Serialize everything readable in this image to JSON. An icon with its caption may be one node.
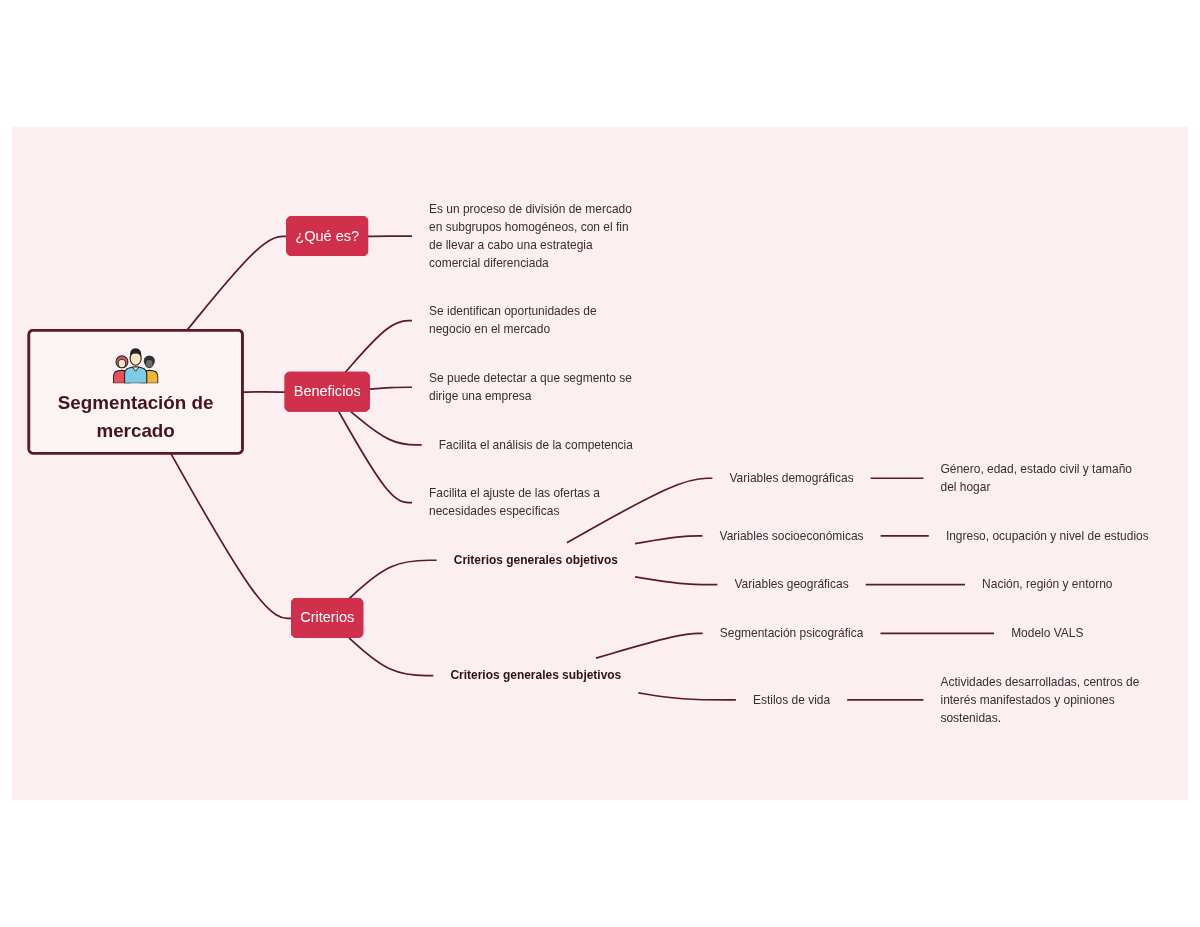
{
  "diagram": {
    "nodes": [
      {
        "text": [
          "Segmentación de mercado"
        ]
      },
      {
        "text": [
          "¿Qué es?"
        ]
      },
      {
        "text": [
          "Es un proceso de división de mercado en subgrupos homogéneos, con el fin de llevar a cabo una estrategia comercial diferenciada"
        ]
      },
      {
        "text": [
          "Beneficios"
        ]
      },
      {
        "text": [
          "Se identifican oportunidades de negocio en el mercado"
        ]
      },
      {
        "text": [
          "Se puede detectar a que segmento se dirige una empresa"
        ]
      },
      {
        "text": [
          "Facilita el análisis de la competencia"
        ]
      },
      {
        "text": [
          "Facilita el ajuste de las ofertas a necesidades específicas"
        ]
      },
      {
        "text": [
          "Criterios"
        ]
      },
      {
        "text": [
          "Criterios generales objetivos"
        ]
      },
      {
        "text": [
          "Variables demográficas"
        ]
      },
      {
        "text": [
          "Género, edad, estado civil y tamaño del hogar"
        ]
      },
      {
        "text": [
          "Variables socioeconómicas"
        ]
      },
      {
        "text": [
          "Ingreso, ocupación y nivel de estudios"
        ]
      },
      {
        "text": [
          "Variables geográficas"
        ]
      },
      {
        "text": [
          "Nación, región y entorno"
        ]
      },
      {
        "text": [
          "Criterios generales subjetivos"
        ]
      },
      {
        "text": [
          "Segmentación psicográfica"
        ]
      },
      {
        "text": [
          "Modelo VALS"
        ]
      },
      {
        "text": [
          "Estilos de vida"
        ]
      },
      {
        "text": [
          "Actividades desarrolladas, centros de interés manifestados y opiniones sostenidas."
        ]
      }
    ],
    "edges": [
      {
        "from": 0,
        "to": 1,
        "arrow": "none"
      },
      {
        "from": 0,
        "to": 3,
        "arrow": "none"
      },
      {
        "from": 0,
        "to": 8,
        "arrow": "none"
      },
      {
        "from": 1,
        "to": 2,
        "arrow": "none"
      },
      {
        "from": 3,
        "to": 4,
        "arrow": "none"
      },
      {
        "from": 3,
        "to": 5,
        "arrow": "none"
      },
      {
        "from": 3,
        "to": 6,
        "arrow": "none"
      },
      {
        "from": 3,
        "to": 7,
        "arrow": "none"
      },
      {
        "from": 8,
        "to": 9,
        "arrow": "none"
      },
      {
        "from": 8,
        "to": 16,
        "arrow": "none"
      },
      {
        "from": 9,
        "to": 10,
        "arrow": "none"
      },
      {
        "from": 9,
        "to": 12,
        "arrow": "none"
      },
      {
        "from": 9,
        "to": 14,
        "arrow": "none"
      },
      {
        "from": 10,
        "to": 11,
        "arrow": "none"
      },
      {
        "from": 12,
        "to": 13,
        "arrow": "none"
      },
      {
        "from": 14,
        "to": 15,
        "arrow": "none"
      },
      {
        "from": 16,
        "to": 17,
        "arrow": "none"
      },
      {
        "from": 16,
        "to": 19,
        "arrow": "none"
      },
      {
        "from": 17,
        "to": 18,
        "arrow": "none"
      },
      {
        "from": 19,
        "to": 20,
        "arrow": "none"
      }
    ]
  }
}
